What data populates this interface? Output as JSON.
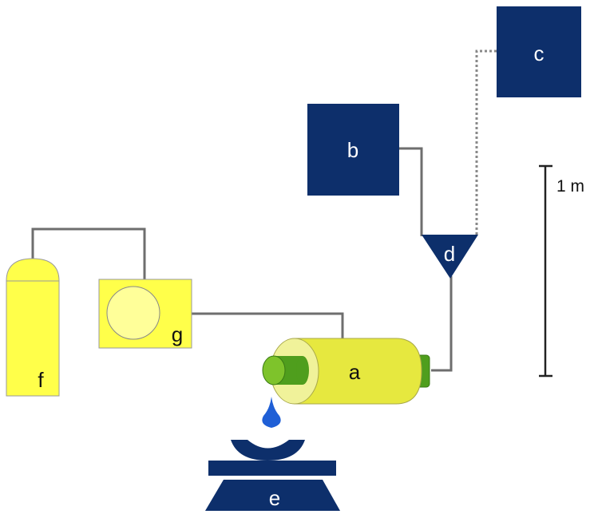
{
  "labels": {
    "a": "a",
    "b": "b",
    "c": "c",
    "d": "d",
    "e": "e",
    "f": "f",
    "g": "g"
  },
  "scale_bar": {
    "label": "1 m"
  },
  "colors": {
    "navy": "#0d2f6b",
    "yellow": "#ffff4a",
    "yellow_light": "#ffff99",
    "cylinder": "#e6e83f",
    "cylinder_face": "#f0f29a",
    "green": "#4f9e1d",
    "green_light": "#7ec32b",
    "pipe": "#6e6e6e",
    "drop": "#1f5fd6"
  }
}
